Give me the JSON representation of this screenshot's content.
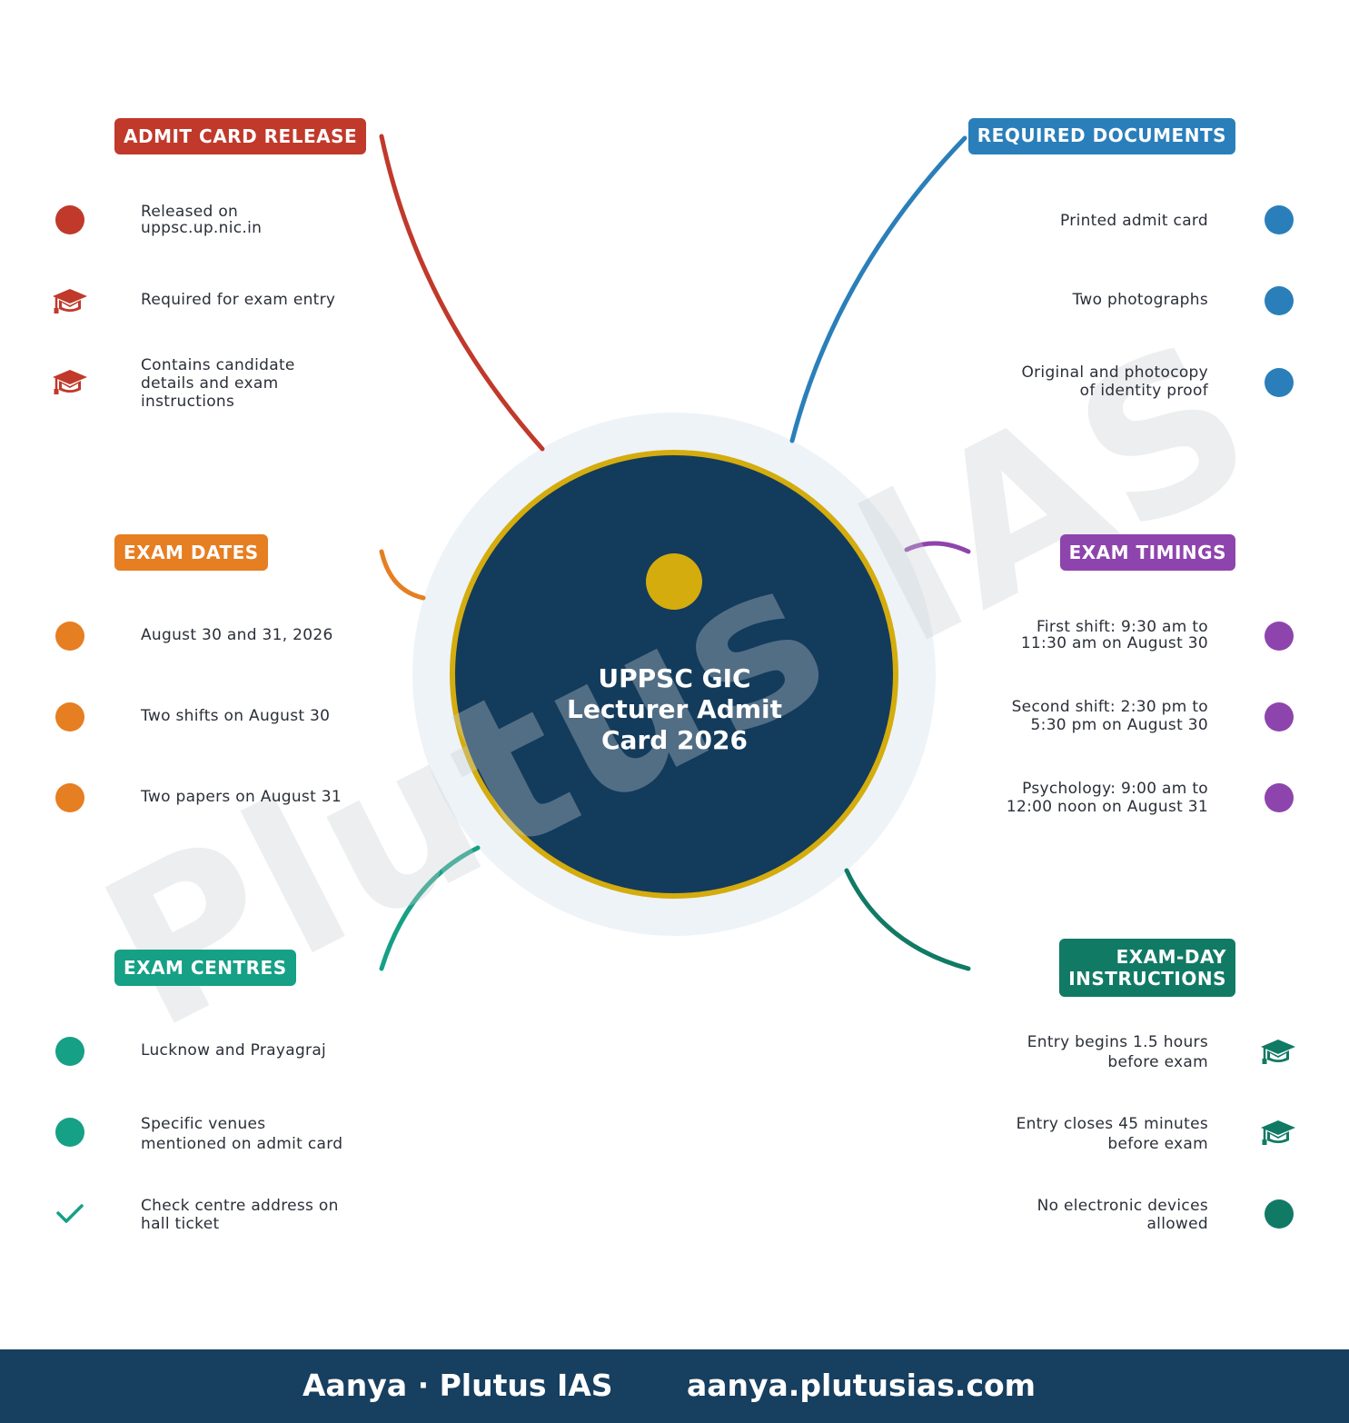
{
  "center": {
    "title": "UPPSC GIC Lecturer Admit Card 2026"
  },
  "watermark": "Plutus IAS",
  "colors": {
    "navy": "#133b5c",
    "gold": "#d4ac0d",
    "halo": "#eef3f8",
    "red": "#c0392b",
    "blue": "#2a7fba",
    "orange": "#e67e22",
    "purple": "#8e44ad",
    "teal": "#16a085",
    "darkgreen": "#117a65"
  },
  "branches": [
    {
      "id": "admit",
      "label": "ADMIT CARD RELEASE",
      "color": "#c0392b",
      "items": [
        {
          "text": "Released on\nuppsc.up.nic.in",
          "icon": "circle-icon"
        },
        {
          "text": "Required for exam entry",
          "icon": "graduation-cap-icon"
        },
        {
          "text": "Contains candidate\ndetails and exam\ninstructions",
          "icon": "graduation-cap-icon"
        }
      ]
    },
    {
      "id": "dates",
      "label": "EXAM DATES",
      "color": "#e67e22",
      "items": [
        {
          "text": "August 30 and 31, 2026",
          "icon": "circle-icon"
        },
        {
          "text": "Two shifts on August 30",
          "icon": "circle-icon"
        },
        {
          "text": "Two papers on August 31",
          "icon": "circle-icon"
        }
      ]
    },
    {
      "id": "centres",
      "label": "EXAM CENTRES",
      "color": "#16a085",
      "items": [
        {
          "text": "Lucknow and Prayagraj",
          "icon": "circle-icon"
        },
        {
          "text": "Specific venues\nmentioned on admit card",
          "icon": "circle-icon"
        },
        {
          "text": "Check centre address on\nhall ticket",
          "icon": "check-icon"
        }
      ]
    },
    {
      "id": "docs",
      "label": "REQUIRED DOCUMENTS",
      "color": "#2a7fba",
      "items": [
        {
          "text": "Printed admit card",
          "icon": "circle-icon"
        },
        {
          "text": "Two photographs",
          "icon": "circle-icon"
        },
        {
          "text": "Original and photocopy\nof identity proof",
          "icon": "circle-icon"
        }
      ]
    },
    {
      "id": "timings",
      "label": "EXAM TIMINGS",
      "color": "#8e44ad",
      "items": [
        {
          "text": "First shift: 9:30 am to\n11:30 am on August 30",
          "icon": "circle-icon"
        },
        {
          "text": "Second shift: 2:30 pm to\n5:30 pm on August 30",
          "icon": "circle-icon"
        },
        {
          "text": "Psychology: 9:00 am to\n12:00 noon on August 31",
          "icon": "circle-icon"
        }
      ]
    },
    {
      "id": "instructions",
      "label": "EXAM-DAY\nINSTRUCTIONS",
      "color": "#117a65",
      "items": [
        {
          "text": "Entry begins 1.5 hours\nbefore exam",
          "icon": "graduation-cap-icon"
        },
        {
          "text": "Entry closes 45 minutes\nbefore exam",
          "icon": "graduation-cap-icon"
        },
        {
          "text": "No electronic devices\nallowed",
          "icon": "circle-icon"
        }
      ]
    }
  ],
  "footer": {
    "left": "Aanya · Plutus IAS",
    "right": "aanya.plutusias.com"
  }
}
